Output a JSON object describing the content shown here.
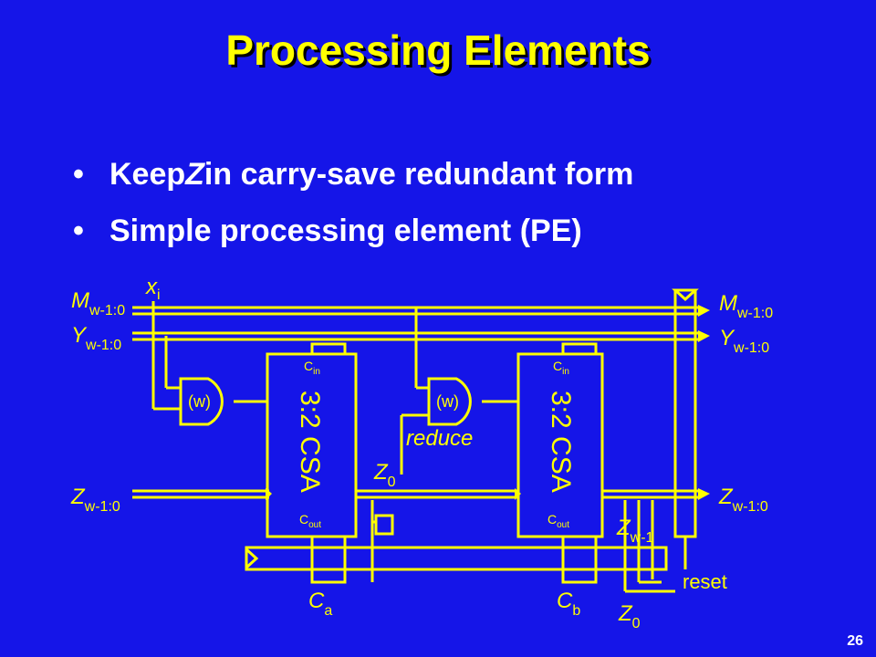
{
  "title": "Processing Elements",
  "bullets": [
    {
      "pre": "Keep ",
      "em": "Z",
      "post": " in carry-save redundant form"
    },
    {
      "pre": "Simple processing element (PE)",
      "em": "",
      "post": ""
    }
  ],
  "slide_number": "26",
  "diagram": {
    "left_labels": {
      "m": {
        "main": "M",
        "sub": "w-1:0"
      },
      "y": {
        "main": "Y",
        "sub": "w-1:0"
      },
      "z": {
        "main": "Z",
        "sub": "w-1:0"
      }
    },
    "right_labels": {
      "m": {
        "main": "M",
        "sub": "w-1:0"
      },
      "y": {
        "main": "Y",
        "sub": "w-1:0"
      },
      "z": {
        "main": "Z",
        "sub": "w-1:0"
      }
    },
    "x_input": {
      "main": "x",
      "sub": "i"
    },
    "and_gate_label": "(w)",
    "reduce_label": "reduce",
    "csa_label": "3:2 CSA",
    "cin_label": {
      "main": "C",
      "sub": "in"
    },
    "cout_label": {
      "main": "C",
      "sub": "out"
    },
    "z0_mid": {
      "main": "Z",
      "sub": "0"
    },
    "zw1": {
      "main": "Z",
      "sub": "w-1"
    },
    "z0_bottom": {
      "main": "Z",
      "sub": "0"
    },
    "ca": {
      "main": "C",
      "sub": "a"
    },
    "cb": {
      "main": "C",
      "sub": "b"
    },
    "reset_label": "reset"
  },
  "colors": {
    "background": "#1515e8",
    "accent": "#ffff00",
    "text": "#ffffff"
  }
}
